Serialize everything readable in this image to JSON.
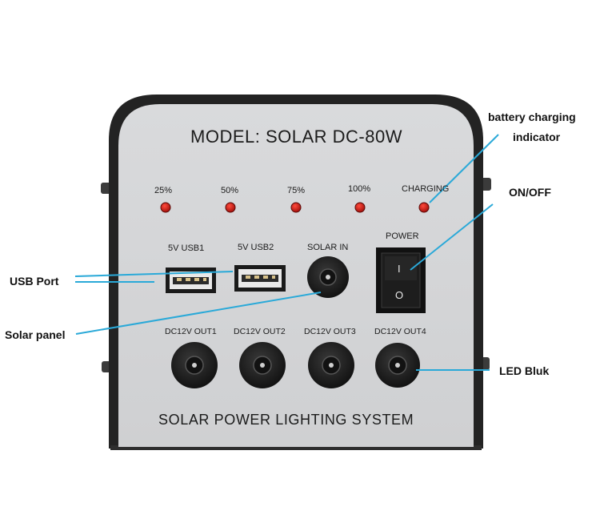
{
  "device": {
    "model": "MODEL: SOLAR  DC-80W",
    "footer": "SOLAR POWER LIGHTING SYSTEM",
    "indicators": [
      {
        "label": "25%"
      },
      {
        "label": "50%"
      },
      {
        "label": "75%"
      },
      {
        "label": "100%"
      },
      {
        "label": "CHARGING"
      }
    ],
    "usb_ports": [
      {
        "label": "5V USB1"
      },
      {
        "label": "5V USB2"
      }
    ],
    "solar_in_label": "SOLAR IN",
    "power_label": "POWER",
    "outputs": [
      {
        "label": "DC12V OUT1"
      },
      {
        "label": "DC12V OUT2"
      },
      {
        "label": "DC12V OUT3"
      },
      {
        "label": "DC12V OUT4"
      }
    ],
    "switch_marks": {
      "on": "I",
      "off": "O"
    }
  },
  "callouts": {
    "battery_line1": "battery charging",
    "battery_line2": "indicator",
    "onoff": "ON/OFF",
    "usb": "USB  Port",
    "solar": "Solar panel",
    "led": "LED Bluk"
  },
  "colors": {
    "panel_face": "#d4d5d7",
    "frame": "#232323",
    "led": "#c0140f",
    "callout_line": "#2aa9d8"
  }
}
